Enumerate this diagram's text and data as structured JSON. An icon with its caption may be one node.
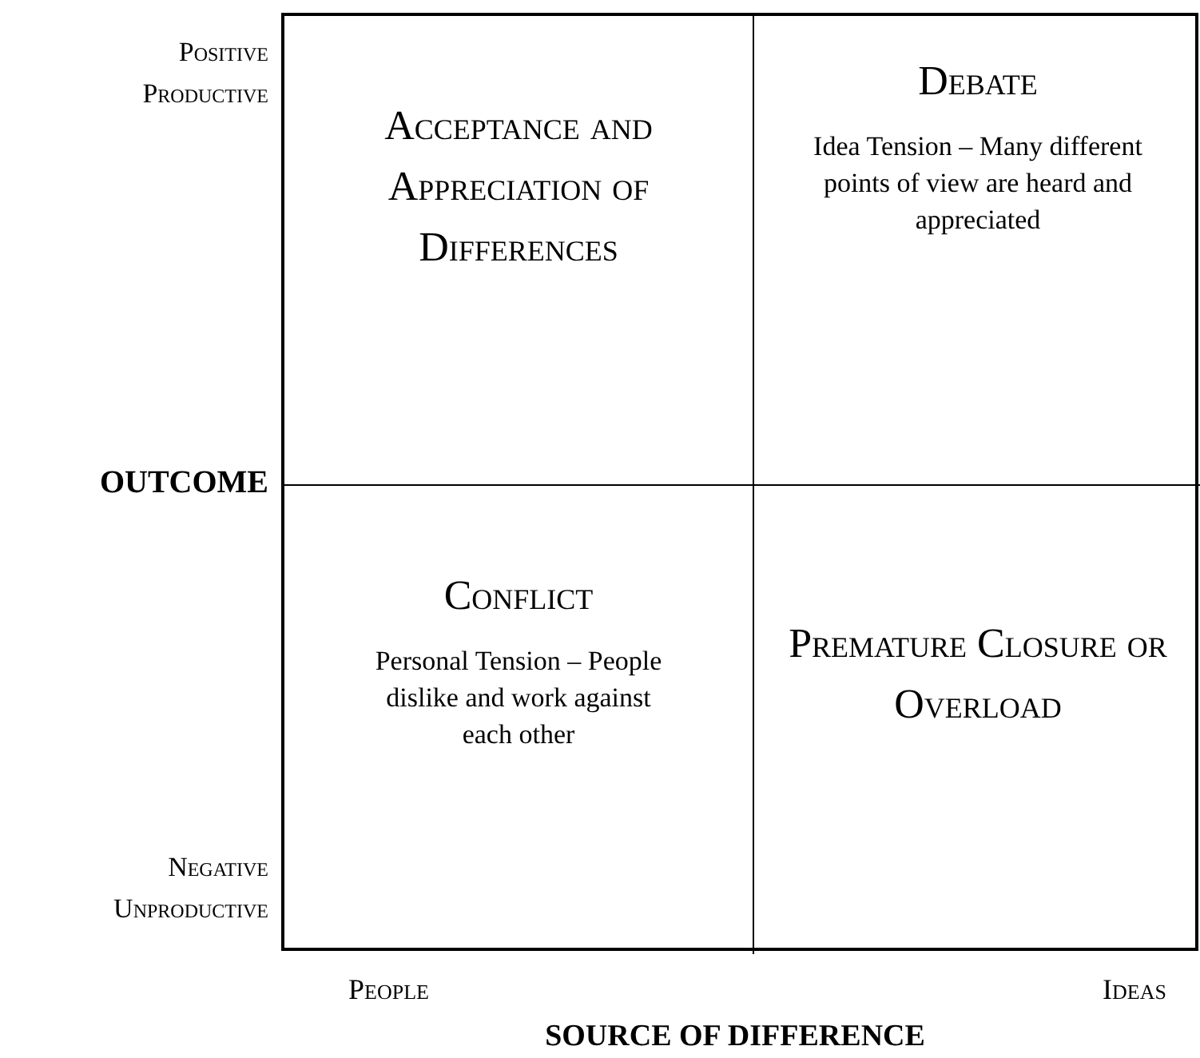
{
  "diagram": {
    "nodes": [
      {
        "text": [
          "Acceptance and Appreciation of Differences"
        ]
      },
      {
        "text": [
          "Debate",
          "Idea Tension – Many different points of view are heard and appreciated"
        ]
      },
      {
        "text": [
          "Conflict",
          "Personal Tension – People dislike and work against each other"
        ]
      },
      {
        "text": [
          "Premature Closure or Overload"
        ]
      }
    ],
    "labels": [
      "Positive Productive",
      "OUTCOME",
      "Negative Unproductive",
      "People",
      "Ideas",
      "SOURCE OF DIFFERENCE"
    ]
  }
}
